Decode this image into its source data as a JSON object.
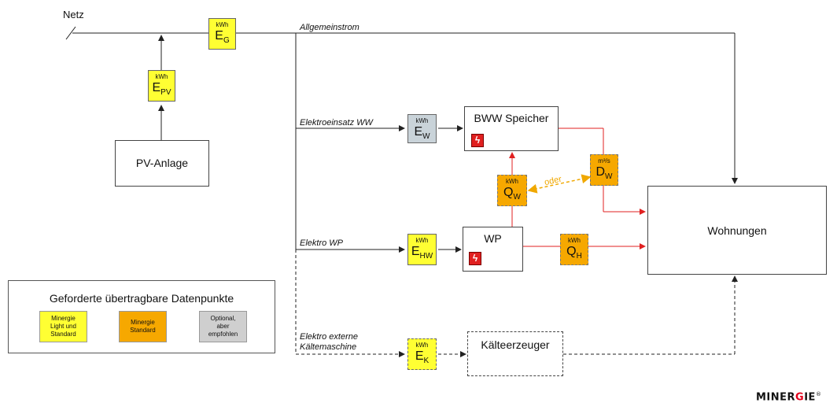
{
  "netz_label": "Netz",
  "lines": {
    "allgemeinstrom": "Allgemeinstrom",
    "elektroeinsatz_ww": "Elektroeinsatz WW",
    "elektro_wp": "Elektro WP",
    "elektro_externe_line1": "Elektro externe",
    "elektro_externe_line2": "Kältemaschine"
  },
  "meters": {
    "eg": {
      "unit": "kWh",
      "symbol": "E",
      "sub": "G",
      "color": "yellow"
    },
    "epv": {
      "unit": "kWh",
      "symbol": "E",
      "sub": "PV",
      "color": "yellow"
    },
    "ew": {
      "unit": "kWh",
      "symbol": "E",
      "sub": "W",
      "color": "grey"
    },
    "qw": {
      "unit": "kWh",
      "symbol": "Q",
      "sub": "W",
      "color": "orange"
    },
    "dw": {
      "unit": "m³/s",
      "symbol": "D",
      "sub": "W",
      "color": "orange"
    },
    "ehw": {
      "unit": "kWh",
      "symbol": "E",
      "sub": "HW",
      "color": "yellow"
    },
    "qh": {
      "unit": "kWh",
      "symbol": "Q",
      "sub": "H",
      "color": "orange"
    },
    "ek": {
      "unit": "kWh",
      "symbol": "E",
      "sub": "K",
      "color": "yellow"
    }
  },
  "boxes": {
    "pv_anlage": "PV-Anlage",
    "bww_speicher": "BWW Speicher",
    "wp": "WP",
    "wohnungen": "Wohnungen",
    "kaelteerzeuger": "Kälteerzeuger"
  },
  "oder_label": "oder",
  "legend": {
    "title": "Geforderte übertragbare Datenpunkte",
    "items": [
      {
        "label": "Minergie\nLight und\nStandard",
        "color": "#ffff33"
      },
      {
        "label": "Minergie\nStandard",
        "color": "#f6a800"
      },
      {
        "label": "Optional,\naber\nempfohlen",
        "color": "#cfcfcf"
      }
    ]
  },
  "colors": {
    "line": "#222222",
    "heat": "#e02020",
    "oder": "#f0a800"
  },
  "logo": {
    "prefix": "MINER",
    "g": "G",
    "suffix": "IE",
    "mark": "®"
  }
}
